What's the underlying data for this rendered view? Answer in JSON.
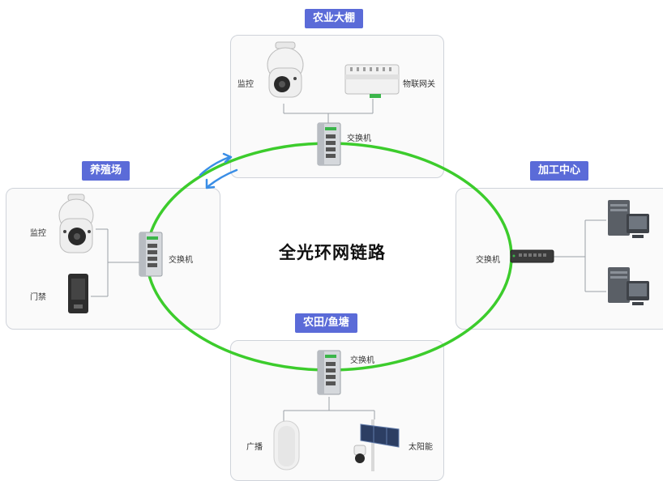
{
  "center_title": "全光环网链路",
  "sections": {
    "greenhouse": {
      "tag": "农业大棚",
      "devices": {
        "camera": "监控",
        "gateway": "物联网关",
        "switch": "交换机"
      }
    },
    "farm": {
      "tag": "养殖场",
      "devices": {
        "camera": "监控",
        "door": "门禁",
        "switch": "交换机"
      }
    },
    "processing": {
      "tag": "加工中心",
      "devices": {
        "switch": "交换机"
      }
    },
    "field": {
      "tag": "农田/鱼塘",
      "devices": {
        "switch": "交换机",
        "broadcast": "广播",
        "solar": "太阳能"
      }
    }
  },
  "colors": {
    "ring": "#3ccc2c",
    "tag_bg": "#5b6bd8",
    "arrow": "#3a8ee6"
  }
}
